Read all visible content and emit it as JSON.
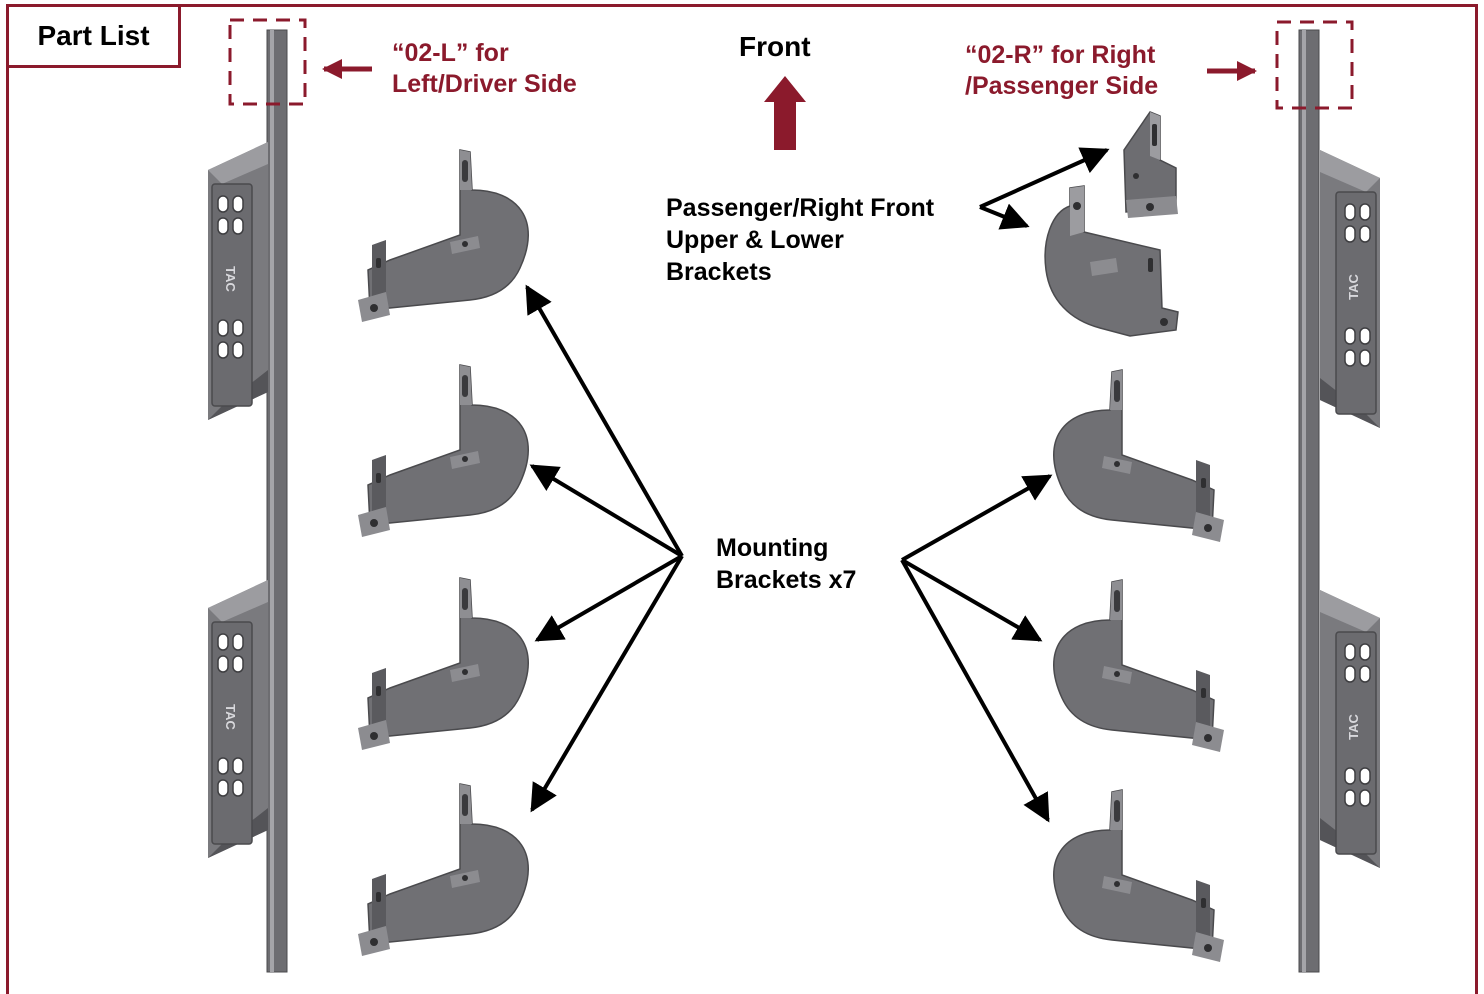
{
  "title": "Part List",
  "labels": {
    "left_side": [
      "“02-L” for",
      "Left/Driver Side"
    ],
    "right_side": [
      "“02-R” for Right",
      "/Passenger Side"
    ],
    "front": "Front",
    "passenger_front": [
      "Passenger/Right Front",
      "Upper & Lower",
      "Brackets"
    ],
    "mounting": [
      "Mounting",
      "Brackets x7"
    ]
  },
  "logo_text": "TAC",
  "colors": {
    "accent": "#8b1a2c",
    "part_gray": "#6f6f72",
    "part_dark": "#4a4a4d",
    "part_light": "#a4a4a8"
  },
  "icons": {
    "left_arrow": "arrow-left-icon",
    "right_arrow": "arrow-right-icon",
    "front_arrow": "arrow-up-icon"
  }
}
